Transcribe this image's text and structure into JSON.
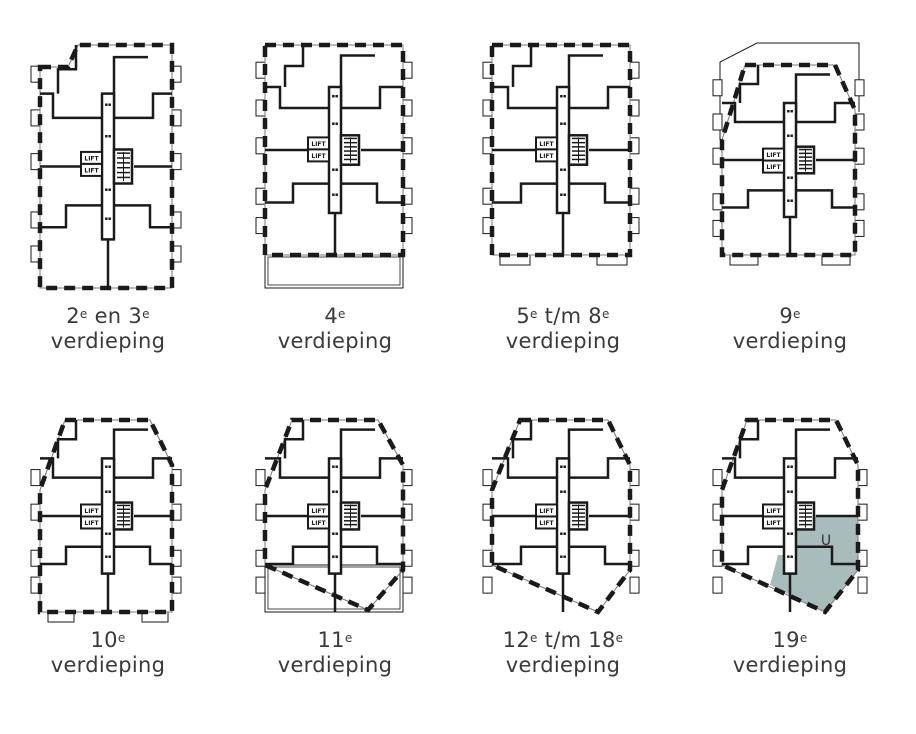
{
  "lift_label": "LIFT",
  "colors": {
    "wall": "#1a1a1a",
    "highlight": "#a9bcbc",
    "text": "#3a3a3a"
  },
  "plans": [
    {
      "name": "floor-2-3",
      "line1": [
        {
          "t": "2"
        },
        {
          "sup": "e"
        },
        {
          "t": " en 3"
        },
        {
          "sup": "e"
        }
      ],
      "line2": "verdieping"
    },
    {
      "name": "floor-4",
      "line1": [
        {
          "t": "4"
        },
        {
          "sup": "e"
        }
      ],
      "line2": "verdieping"
    },
    {
      "name": "floor-5-8",
      "line1": [
        {
          "t": "5"
        },
        {
          "sup": "e"
        },
        {
          "t": " t/m 8"
        },
        {
          "sup": "e"
        }
      ],
      "line2": "verdieping"
    },
    {
      "name": "floor-9",
      "line1": [
        {
          "t": "9"
        },
        {
          "sup": "e"
        }
      ],
      "line2": "verdieping"
    },
    {
      "name": "floor-10",
      "line1": [
        {
          "t": "10"
        },
        {
          "sup": "e"
        }
      ],
      "line2": "verdieping"
    },
    {
      "name": "floor-11",
      "line1": [
        {
          "t": "11"
        },
        {
          "sup": "e"
        }
      ],
      "line2": "verdieping"
    },
    {
      "name": "floor-12-18",
      "line1": [
        {
          "t": "12"
        },
        {
          "sup": "e"
        },
        {
          "t": " t/m 18"
        },
        {
          "sup": "e"
        }
      ],
      "line2": "verdieping"
    },
    {
      "name": "floor-19",
      "line1": [
        {
          "t": "19"
        },
        {
          "sup": "e"
        }
      ],
      "line2": "verdieping",
      "unit_label": "U"
    }
  ]
}
